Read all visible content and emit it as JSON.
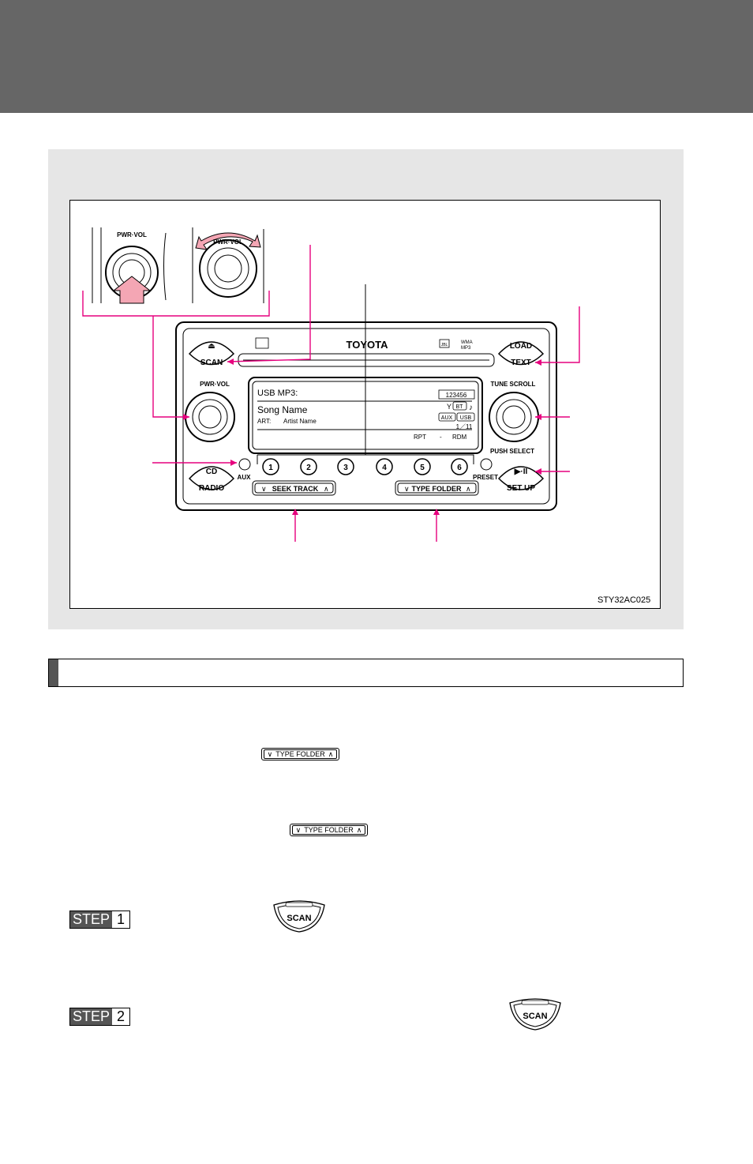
{
  "figure": {
    "code": "STY32AC025",
    "brand": "TOYOTA",
    "labels": {
      "pwr_vol": "PWR·VOL",
      "scan": "SCAN",
      "load": "LOAD",
      "text": "TEXT",
      "tune_scroll": "TUNE SCROLL",
      "push_select": "PUSH SELECT",
      "cd": "CD",
      "radio": "RADIO",
      "aux": "AUX",
      "preset": "PRESET",
      "play_pause": "▶·II",
      "set_up": "SET UP",
      "seek_track": "SEEK TRACK",
      "type_folder": "TYPE FOLDER",
      "wma": "WMA",
      "mp3": "MP3",
      "jbl": "JBL"
    },
    "presets": [
      "1",
      "2",
      "3",
      "4",
      "5",
      "6"
    ],
    "display": {
      "source": "USB MP3:",
      "song": "Song Name",
      "art_label": "ART:",
      "artist": "Artist Name",
      "bt": "BT",
      "aux": "AUX",
      "usb": "USB",
      "discs": "123456",
      "track": "1／11",
      "rpt": "RPT",
      "dash": "-",
      "rdm": "RDM"
    }
  },
  "section": {
    "title": ""
  },
  "inline_buttons": {
    "type_folder": "TYPE FOLDER"
  },
  "steps": [
    {
      "word": "STEP",
      "num": "1",
      "key": "SCAN"
    },
    {
      "word": "STEP",
      "num": "2",
      "key": "SCAN"
    }
  ],
  "colors": {
    "leader": "#e6007e",
    "header": "#666666",
    "panel": "#e6e6e6"
  }
}
